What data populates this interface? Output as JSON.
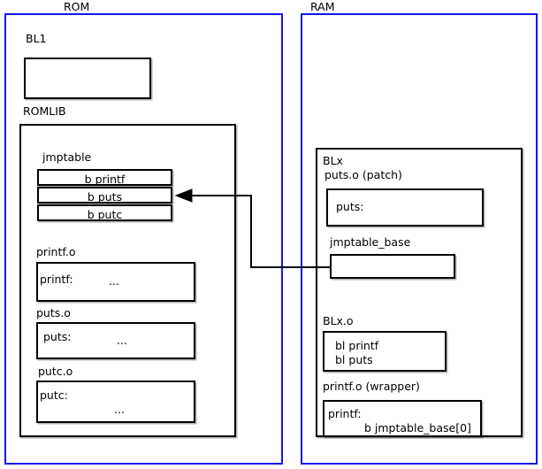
{
  "diagram": {
    "title": "ROM / RAM jump table patching diagram",
    "accent_color": "#1414f0",
    "line_color": "#000000",
    "background": "#ffffff"
  },
  "rom": {
    "label": "ROM",
    "bl1": {
      "label": "BL1",
      "body": ""
    },
    "romlib": {
      "label": "ROMLIB",
      "jmptable": {
        "label": "jmptable",
        "entries": [
          "b printf",
          "b puts",
          "b putc"
        ]
      },
      "objects": [
        {
          "label": "printf.o",
          "symbol": "printf:",
          "ellipsis": "..."
        },
        {
          "label": "puts.o",
          "symbol": "puts:",
          "ellipsis": "..."
        },
        {
          "label": "putc.o",
          "symbol": "putc:",
          "ellipsis": "..."
        }
      ]
    }
  },
  "ram": {
    "label": "RAM",
    "blx": {
      "label": "BLx",
      "puts_patch": {
        "label": "puts.o (patch)",
        "symbol": "puts:"
      },
      "jmptable_base": {
        "label": "jmptable_base",
        "body": ""
      },
      "blx_o": {
        "label": "BLx.o",
        "lines": [
          "bl printf",
          "bl puts"
        ]
      },
      "printf_wrapper": {
        "label": "printf.o (wrapper)",
        "symbol": "printf:",
        "instruction": "b jmptable_base[0]"
      }
    }
  },
  "connector": {
    "name": "jmptable-base-to-jmptable-arrow",
    "from": "jmptable_base",
    "to": "jmptable entry b puts"
  }
}
